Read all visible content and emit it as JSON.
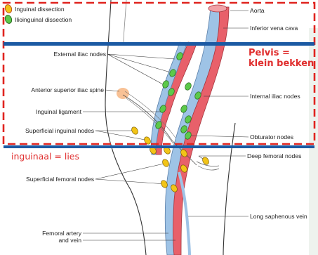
{
  "legend": [
    {
      "label": "Inguinal dissection",
      "icon": "yellow-node-icon",
      "color": "#f2c417"
    },
    {
      "label": "Ilioinguinal dissection",
      "icon": "green-node-icon",
      "color": "#5cc94a"
    }
  ],
  "labels": {
    "aorta": "Aorta",
    "ivc": "Inferior vena cava",
    "external_iliac": "External iliac nodes",
    "asis": "Anterior superior iliac spine",
    "inguinal_ligament": "Inguinal ligament",
    "superficial_inguinal": "Superficial inguinal nodes",
    "internal_iliac": "Internal iliac nodes",
    "obturator": "Obturator nodes",
    "deep_femoral": "Deep femoral nodes",
    "superficial_femoral": "Superficial femoral nodes",
    "long_saphenous": "Long saphenous vein",
    "femoral_artery_1": "Femoral artery",
    "femoral_artery_2": "and vein"
  },
  "annotations": {
    "pelvis_1": "Pelvis =",
    "pelvis_2": "klein bekken",
    "inguinaal": "inguinaal = lies"
  },
  "colors": {
    "dashed_box": "#e0241f",
    "divider": "#1b5aa3",
    "artery": "#e8606a",
    "vein": "#9ec3e6",
    "green_node": "#5cc94a",
    "yellow_node": "#f2c417"
  }
}
